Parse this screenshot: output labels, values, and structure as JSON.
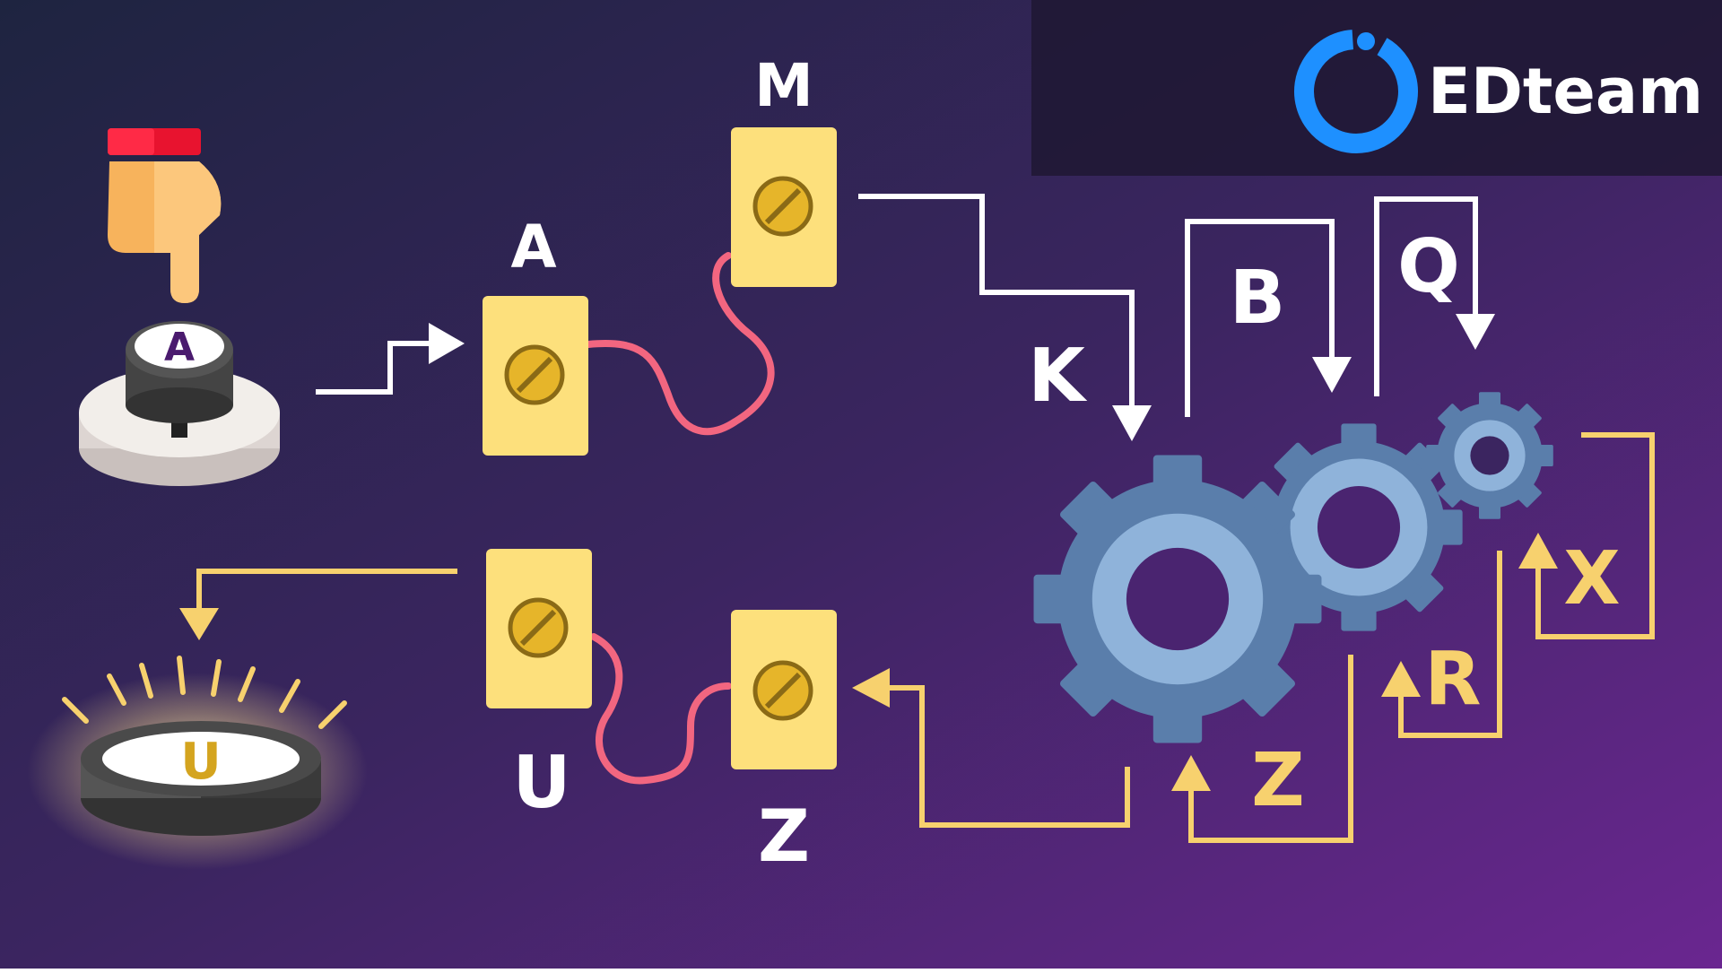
{
  "brand": {
    "name": "EDteam",
    "accent": "#1e90ff"
  },
  "colors": {
    "bg_start": "#1e2440",
    "bg_mid": "#3b2560",
    "bg_end": "#6a2690",
    "arrow_white": "#ffffff",
    "arrow_yellow": "#f7d16e",
    "relay": "#fde07c",
    "screw": "#e6b52a",
    "wire": "#f26680",
    "gear_dark": "#5a7eab",
    "gear_light": "#8fb3da",
    "pressed_label": "#4a1a6e",
    "lit_label": "#d4a41f"
  },
  "icons": {
    "hand": "pointing-hand-icon",
    "input_button": "arcade-button-icon",
    "output_button": "lit-button-icon",
    "gears": "gears-icon"
  },
  "buttons": {
    "input_label": "A",
    "output_label": "U"
  },
  "labels": {
    "relay_a": "A",
    "relay_m": "M",
    "relay_u": "U",
    "relay_z": "Z",
    "k": "K",
    "b": "B",
    "q": "Q",
    "x": "X",
    "r": "R",
    "z_gear": "Z"
  }
}
